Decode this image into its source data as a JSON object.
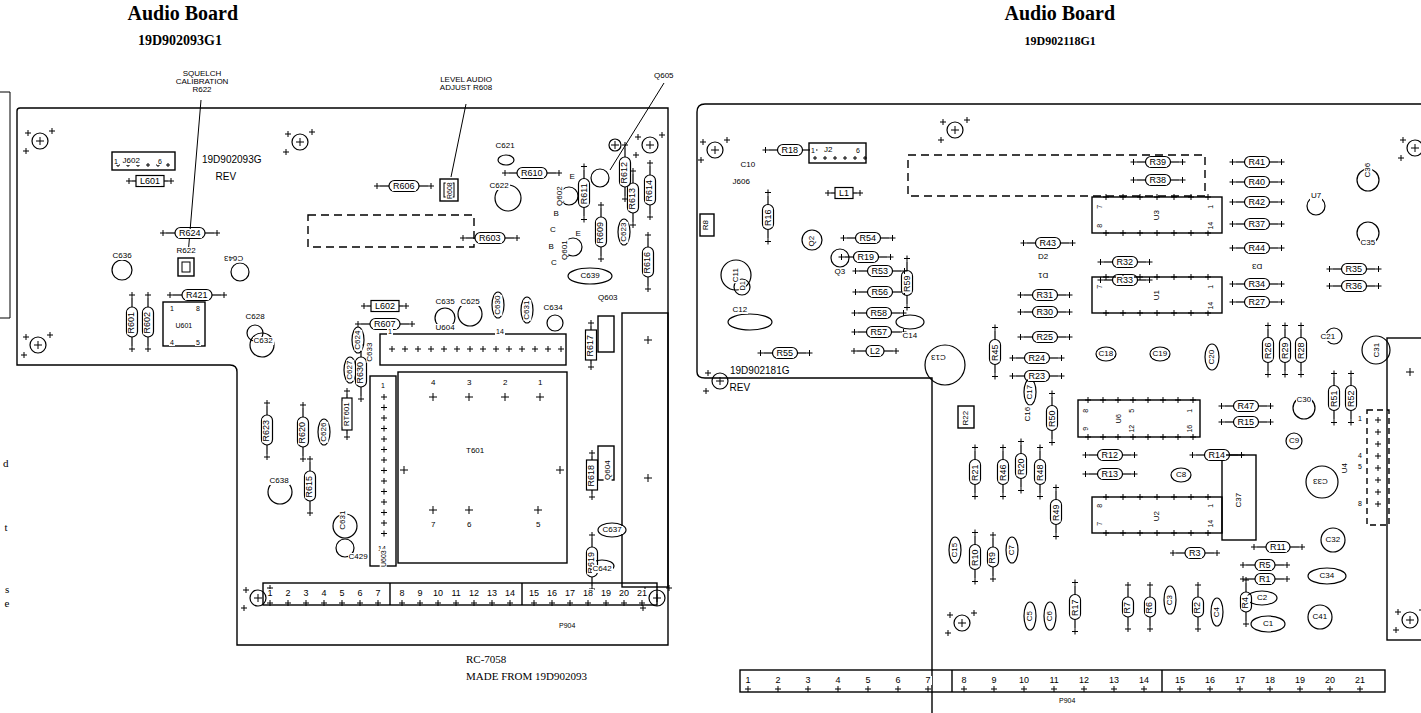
{
  "diagram": {
    "labels": [
      "Audio Board",
      "19D902093G1",
      "SQUELCH CALIBRATION R622",
      "LEVEL AUDIO ADJUST R608",
      "Q605",
      "1",
      "J602",
      "6",
      "19D902093G",
      "REV",
      "L601",
      "R606",
      "R608",
      "C621",
      "R610",
      "C622",
      "R611",
      "R612",
      "R613",
      "R614",
      "Q602",
      "E",
      "B",
      "C",
      "E",
      "B",
      "C",
      "Q601",
      "R603",
      "R624",
      "R622",
      "C643",
      "C636",
      "R609",
      "C623",
      "C639",
      "R616",
      "R421",
      "R601",
      "R602",
      "U601",
      "1",
      "8",
      "4",
      "5",
      "C628",
      "C632",
      "L602",
      "R607",
      "C635",
      "C625",
      "C630",
      "C631",
      "C634",
      "Q603",
      "C624",
      "C633",
      "U604",
      "1",
      "14",
      "C627",
      "R630",
      "R623",
      "R620",
      "4",
      "3",
      "2",
      "1",
      "T601",
      "7",
      "6",
      "5",
      "R617",
      "Q604",
      "R618",
      "R619",
      "1",
      "14",
      "U603",
      "RT601",
      "C626",
      "R615",
      "C638",
      "C631",
      "C429",
      "C637",
      "C642",
      "1",
      "2",
      "3",
      "4",
      "5",
      "6",
      "7",
      "8",
      "9",
      "10",
      "11",
      "12",
      "13",
      "14",
      "15",
      "16",
      "17",
      "18",
      "19",
      "20",
      "21",
      "P904",
      "RC-7058",
      "MADE FROM 19D902093",
      "d",
      "t",
      "s",
      "e",
      "Audio Board",
      "19D902118G1",
      "R18",
      "C10",
      "J606",
      "1",
      "J2",
      "6",
      "L1",
      "R16",
      "R8",
      "Q2",
      "R54",
      "R19",
      "Q3",
      "R53",
      "R56",
      "R59",
      "C11",
      "D1",
      "C12",
      "R58",
      "R57",
      "C14",
      "R55",
      "L2",
      "19D902181G",
      "REV",
      "R43",
      "D2",
      "D1",
      "R32",
      "R33",
      "R31",
      "R30",
      "R25",
      "R24",
      "R23",
      "R39",
      "R38",
      "7",
      "8",
      "U3",
      "1",
      "14",
      "7",
      "U1",
      "1",
      "14",
      "R41",
      "R40",
      "R42",
      "R37",
      "R44",
      "D3",
      "R34",
      "R27",
      "U7",
      "C36",
      "C35",
      "R35",
      "R36",
      "C21",
      "C31",
      "R26",
      "R29",
      "R28",
      "C13",
      "R45",
      "C17",
      "C18",
      "C19",
      "C20",
      "R22",
      "C16",
      "R50",
      "8",
      "9",
      "U6",
      "5",
      "12",
      "1",
      "16",
      "R47",
      "R15",
      "C30",
      "R51",
      "R52",
      "U4",
      "1",
      "4",
      "5",
      "8",
      "C9",
      "C33",
      "R12",
      "R14",
      "R13",
      "C8",
      "R21",
      "R46",
      "R20",
      "R48",
      "R49",
      "8",
      "7",
      "U2",
      "1",
      "14",
      "C37",
      "C15",
      "R10",
      "R9",
      "C7",
      "R3",
      "R11",
      "R5",
      "R1",
      "C32",
      "C34",
      "C5",
      "C6",
      "R17",
      "R7",
      "R6",
      "C3",
      "R2",
      "C4",
      "R4",
      "C2",
      "C1",
      "C41",
      "1",
      "2",
      "3",
      "4",
      "5",
      "6",
      "7",
      "8",
      "9",
      "10",
      "11",
      "12",
      "13",
      "14",
      "15",
      "16",
      "17",
      "18",
      "19",
      "20",
      "21",
      "P904"
    ]
  }
}
